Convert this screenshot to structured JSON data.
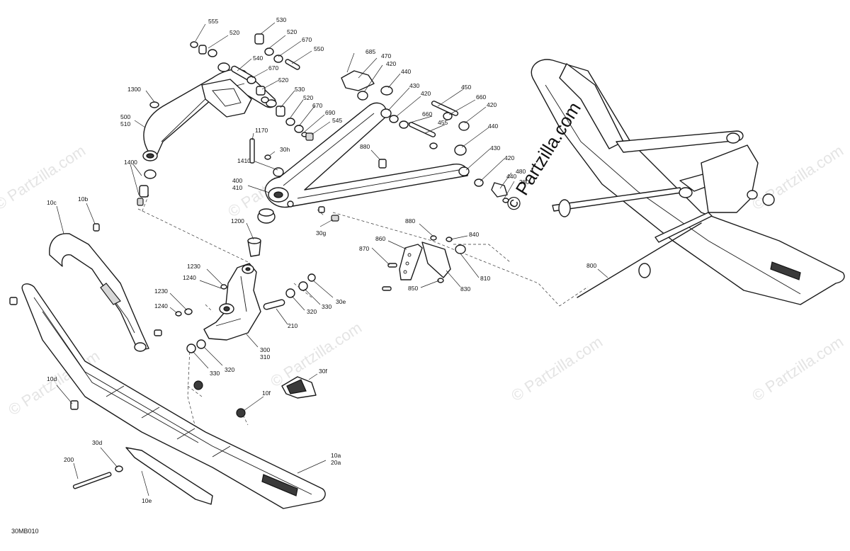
{
  "diagram": {
    "reference_code": "30MB010",
    "watermark_text": "© Partzilla.com",
    "callouts": [
      {
        "id": "555",
        "lines": [
          "555"
        ]
      },
      {
        "id": "520a",
        "lines": [
          "520"
        ]
      },
      {
        "id": "530a",
        "lines": [
          "530"
        ]
      },
      {
        "id": "520b",
        "lines": [
          "520"
        ]
      },
      {
        "id": "670a",
        "lines": [
          "670"
        ]
      },
      {
        "id": "550",
        "lines": [
          "550"
        ]
      },
      {
        "id": "540",
        "lines": [
          "540"
        ]
      },
      {
        "id": "670b",
        "lines": [
          "670"
        ]
      },
      {
        "id": "520c",
        "lines": [
          "520"
        ]
      },
      {
        "id": "530b",
        "lines": [
          "530"
        ]
      },
      {
        "id": "520d",
        "lines": [
          "520"
        ]
      },
      {
        "id": "670c",
        "lines": [
          "670"
        ]
      },
      {
        "id": "690",
        "lines": [
          "690"
        ]
      },
      {
        "id": "545",
        "lines": [
          "545"
        ]
      },
      {
        "id": "1300",
        "lines": [
          "1300"
        ]
      },
      {
        "id": "500",
        "lines": [
          "500",
          "510"
        ]
      },
      {
        "id": "1170",
        "lines": [
          "1170"
        ]
      },
      {
        "id": "30h",
        "lines": [
          "30h"
        ]
      },
      {
        "id": "1410",
        "lines": [
          "1410"
        ]
      },
      {
        "id": "1400",
        "lines": [
          "1400"
        ]
      },
      {
        "id": "400",
        "lines": [
          "400",
          "410"
        ]
      },
      {
        "id": "880a",
        "lines": [
          "880"
        ]
      },
      {
        "id": "30g",
        "lines": [
          "30g"
        ]
      },
      {
        "id": "1200",
        "lines": [
          "1200"
        ]
      },
      {
        "id": "685",
        "lines": [
          "685"
        ]
      },
      {
        "id": "470",
        "lines": [
          "470"
        ]
      },
      {
        "id": "420a",
        "lines": [
          "420"
        ]
      },
      {
        "id": "440a",
        "lines": [
          "440"
        ]
      },
      {
        "id": "430a",
        "lines": [
          "430"
        ]
      },
      {
        "id": "420b",
        "lines": [
          "420"
        ]
      },
      {
        "id": "450",
        "lines": [
          "450"
        ]
      },
      {
        "id": "660a",
        "lines": [
          "660"
        ]
      },
      {
        "id": "420c",
        "lines": [
          "420"
        ]
      },
      {
        "id": "660b",
        "lines": [
          "660"
        ]
      },
      {
        "id": "455",
        "lines": [
          "455"
        ]
      },
      {
        "id": "440b",
        "lines": [
          "440"
        ]
      },
      {
        "id": "430b",
        "lines": [
          "430"
        ]
      },
      {
        "id": "420d",
        "lines": [
          "420"
        ]
      },
      {
        "id": "480",
        "lines": [
          "480"
        ]
      },
      {
        "id": "440c",
        "lines": [
          "440"
        ]
      },
      {
        "id": "280",
        "lines": [
          "280"
        ]
      },
      {
        "id": "10c",
        "lines": [
          "10c"
        ]
      },
      {
        "id": "10b",
        "lines": [
          "10b"
        ]
      },
      {
        "id": "1230a",
        "lines": [
          "1230"
        ]
      },
      {
        "id": "1240a",
        "lines": [
          "1240"
        ]
      },
      {
        "id": "1230b",
        "lines": [
          "1230"
        ]
      },
      {
        "id": "1240b",
        "lines": [
          "1240"
        ]
      },
      {
        "id": "880b",
        "lines": [
          "880"
        ]
      },
      {
        "id": "860",
        "lines": [
          "860"
        ]
      },
      {
        "id": "870",
        "lines": [
          "870"
        ]
      },
      {
        "id": "840",
        "lines": [
          "840"
        ]
      },
      {
        "id": "810",
        "lines": [
          "810"
        ]
      },
      {
        "id": "850",
        "lines": [
          "850"
        ]
      },
      {
        "id": "830",
        "lines": [
          "830"
        ]
      },
      {
        "id": "320a",
        "lines": [
          "320"
        ]
      },
      {
        "id": "330a",
        "lines": [
          "330"
        ]
      },
      {
        "id": "30e",
        "lines": [
          "30e"
        ]
      },
      {
        "id": "210",
        "lines": [
          "210"
        ]
      },
      {
        "id": "300",
        "lines": [
          "300",
          "310"
        ]
      },
      {
        "id": "330b",
        "lines": [
          "330"
        ]
      },
      {
        "id": "320b",
        "lines": [
          "320"
        ]
      },
      {
        "id": "30f",
        "lines": [
          "30f"
        ]
      },
      {
        "id": "10d",
        "lines": [
          "10d"
        ]
      },
      {
        "id": "10f",
        "lines": [
          "10f"
        ]
      },
      {
        "id": "800",
        "lines": [
          "800"
        ]
      },
      {
        "id": "30d",
        "lines": [
          "30d"
        ]
      },
      {
        "id": "200",
        "lines": [
          "200"
        ]
      },
      {
        "id": "10e",
        "lines": [
          "10e"
        ]
      },
      {
        "id": "10a",
        "lines": [
          "10a",
          "20a"
        ]
      }
    ]
  }
}
